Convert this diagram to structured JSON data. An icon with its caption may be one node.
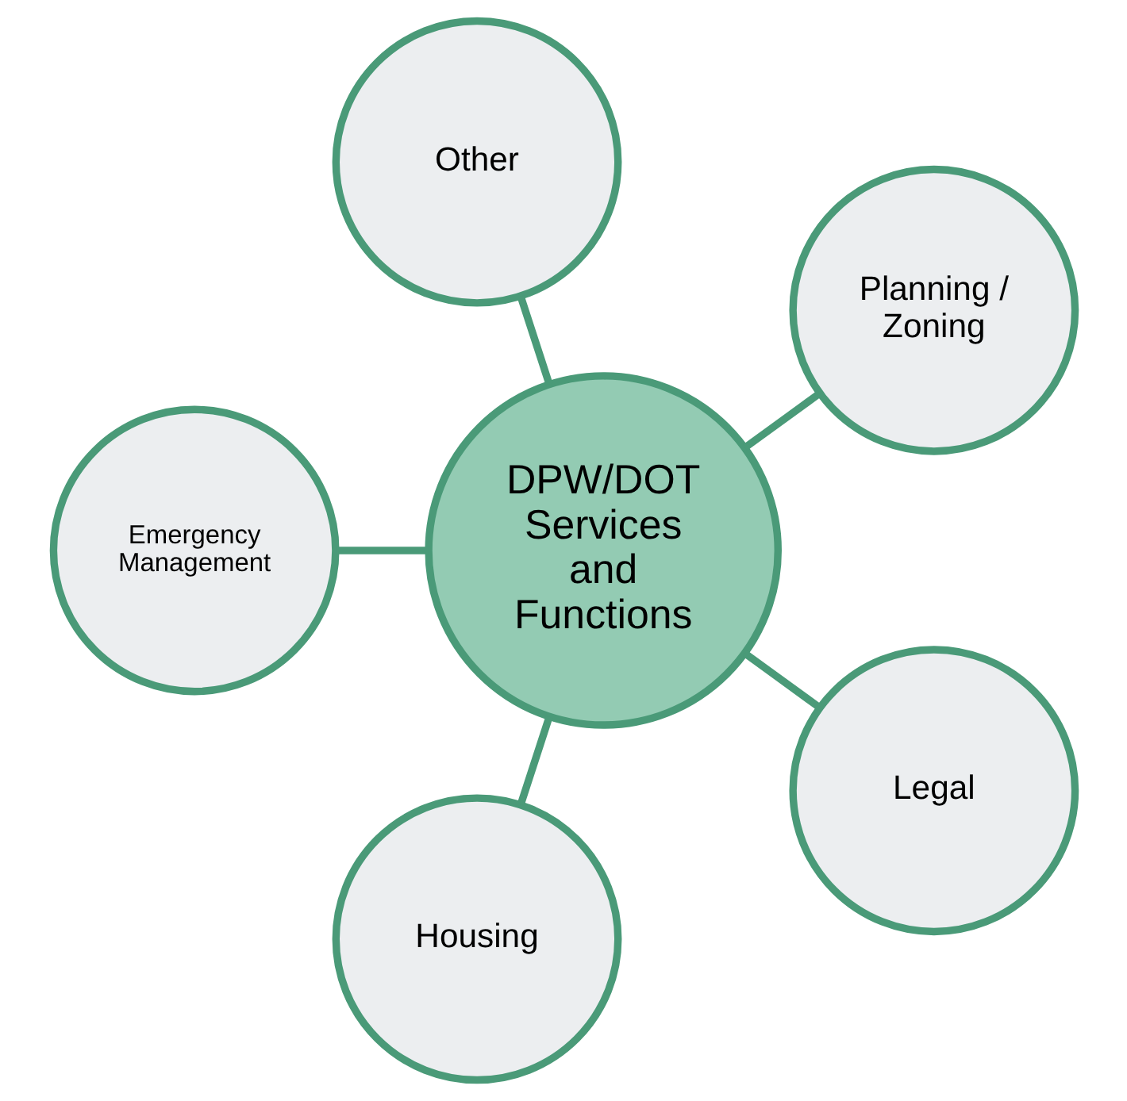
{
  "diagram": {
    "nodes": [
      {
        "text": [
          "Planning / Zoning"
        ]
      },
      {
        "text": [
          "Other"
        ]
      },
      {
        "text": [
          "DPW/DOT Services and Functions"
        ]
      },
      {
        "text": [
          "Emergency Management"
        ]
      },
      {
        "text": [
          "Housing"
        ]
      },
      {
        "text": [
          "Legal"
        ]
      }
    ],
    "edges": [
      {
        "from": 2,
        "to": 0,
        "arrow": "none"
      },
      {
        "from": 2,
        "to": 3,
        "arrow": "none"
      },
      {
        "from": 2,
        "to": 5,
        "arrow": "none"
      },
      {
        "from": 2,
        "to": 4,
        "arrow": "none"
      },
      {
        "from": 2,
        "to": 1,
        "arrow": "none"
      }
    ]
  }
}
